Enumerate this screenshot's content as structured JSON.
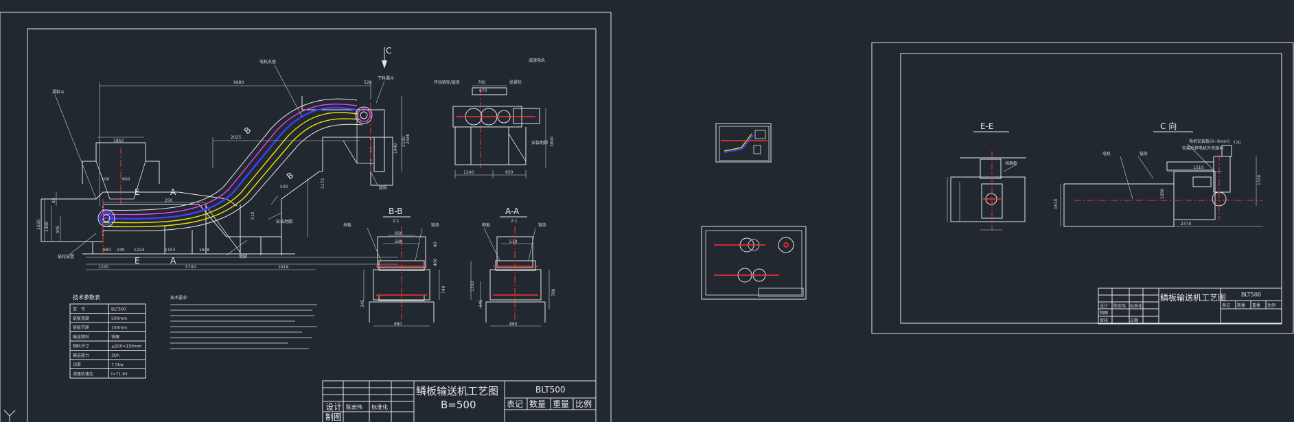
{
  "sheet1": {
    "title_block": {
      "drawing_name": "鳞板输送机工艺图",
      "width_spec": "B=500",
      "model": "BLT500",
      "headers": [
        "表记",
        "数量",
        "重量",
        "比例"
      ],
      "row_design": "设计",
      "row_drawing": "制图",
      "name_cell": "陈宏伟",
      "std_cell": "标准化"
    },
    "view_labels": {
      "c_arrow": "C",
      "bb": "B-B",
      "bb_scale": "2:1",
      "aa": "A-A",
      "aa_scale": "2:1",
      "e_left": "E",
      "e_bottom": "E",
      "a_top": "A",
      "a_bottom": "A",
      "b_top": "B",
      "b_bottom": "B"
    },
    "dimensions": {
      "d9680": "9680",
      "d528": "528",
      "d1850": "1850",
      "d2025": "2025",
      "d100": "100",
      "d600": "600",
      "d250": "250",
      "d500": "500",
      "d960": "960",
      "d240": "240",
      "d1224": "1224",
      "d1153": "1153",
      "d1648": "1648",
      "d1200": "1200",
      "d5700": "5700",
      "d1618": "1618",
      "d1620": "1620",
      "d1390": "1390",
      "d945": "945",
      "d82": "82",
      "d2580": "2580",
      "d1440": "1440",
      "d2100": "2100",
      "d1172": "1172",
      "d510": "510",
      "d760": "760",
      "d670": "670",
      "d3900": "3900",
      "d1240": "1240",
      "d950": "950",
      "d660": "660",
      "d580": "580",
      "d40": "40",
      "d400": "400",
      "d740": "740",
      "d780": "780",
      "d345": "345",
      "d880": "880",
      "d1350": "1350",
      "d860": "860",
      "d510b": "510"
    },
    "specs_title": "技术参数表",
    "specs": [
      {
        "k": "型　号",
        "v": "BLT500"
      },
      {
        "k": "链板宽度",
        "v": "500mm"
      },
      {
        "k": "链板节距",
        "v": "100mm"
      },
      {
        "k": "输送物料",
        "v": "铁屑"
      },
      {
        "k": "物料尺寸",
        "v": "≤200×150mm"
      },
      {
        "k": "输送能力",
        "v": "3t/h"
      },
      {
        "k": "功率",
        "v": "7.5kw"
      },
      {
        "k": "减速机速比",
        "v": "i=71.93"
      }
    ],
    "notes_title": "技术要求："
  },
  "sheet2": {
    "title_block": {
      "drawing_name": "鳞板输送机工艺图",
      "model": "BLT500",
      "headers": [
        "表记",
        "数量",
        "重量",
        "比例"
      ],
      "r1": "设计",
      "r2": "制图",
      "r3": "审核",
      "c1": "陈宏伟",
      "c2": "标准化",
      "c3": "日期"
    },
    "view_ee": "E-E",
    "view_c": "C 向",
    "dimensions": {
      "d770": "770",
      "d1510": "1510",
      "d1330": "1330",
      "d2370": "2370",
      "d1610": "1610",
      "d1080": "1080"
    }
  },
  "colors": {
    "background": "#212830",
    "line": "#e8e8e8",
    "centerline": "#ff3030",
    "chain_blue": "#4040ff",
    "chain_yellow": "#f2e400",
    "chain_magenta": "#ff40ff"
  },
  "icons": {
    "ucs": "ucs-axis-icon"
  }
}
